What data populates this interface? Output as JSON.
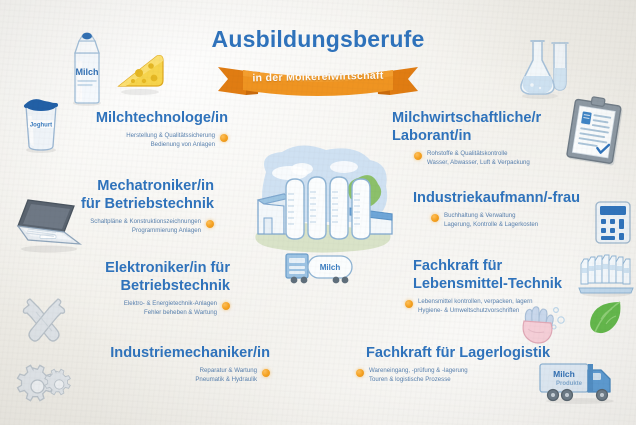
{
  "poster": {
    "title": "Ausbildungsberufe",
    "banner": "in der Molkereiwirtschaft",
    "colors": {
      "title_blue": "#2f73bc",
      "banner_orange": "#ef9421",
      "bullet_orange": "#f5a01e",
      "background": "#f4f3ef"
    }
  },
  "jobs_left": [
    {
      "title": "Milchtechnologe/in",
      "sub1": "Herstellung & Qualitätssicherung",
      "sub2": "Bedienung von Anlagen"
    },
    {
      "title_line1": "Mechatroniker/in",
      "title_line2": "für Betriebstechnik",
      "sub1": "Schaltpläne & Konstruktionszeichnungen",
      "sub2": "Programmierung Anlagen"
    },
    {
      "title_line1": "Elektroniker/in für",
      "title_line2": "Betriebstechnik",
      "sub1": "Elektro- & Energietechnik-Anlagen",
      "sub2": "Fehler beheben & Wartung"
    },
    {
      "title": "Industriemechaniker/in",
      "sub1": "Reparatur & Wartung",
      "sub2": "Pneumatik & Hydraulik"
    }
  ],
  "jobs_right": [
    {
      "title_line1": "Milchwirtschaftliche/r",
      "title_line2": "Laborant/in",
      "sub1": "Rohstoffe & Qualitätskontrolle",
      "sub2": "Wasser, Abwasser, Luft & Verpackung"
    },
    {
      "title": "Industriekaufmann/-frau",
      "sub1": "Buchhaltung & Verwaltung",
      "sub2": "Lagerung, Kontrolle & Lagerkosten"
    },
    {
      "title_line1": "Fachkraft für",
      "title_line2": "Lebensmittel-Technik",
      "sub1": "Lebensmittel kontrollen, verpacken, lagern",
      "sub2": "Hygiene- & Umweltschutzvorschriften"
    },
    {
      "title": "Fachkraft für Lagerlogistik",
      "sub1": "Wareneingang, -prüfung & -lagerung",
      "sub2": "Touren & logistische Prozesse"
    }
  ],
  "illustrations": {
    "milk_carton_label": "Milch",
    "yogurt_cup_label": "Joghurt",
    "truck_label_line1": "Milch",
    "truck_label_line2": "Produkte",
    "tanker_label": "Milch",
    "icons_left": [
      "yogurt-cup-icon",
      "milk-carton-icon",
      "cheese-wedge-icon",
      "laptop-icon",
      "tools-icon",
      "gears-icon"
    ],
    "icons_right": [
      "lab-flask-icon",
      "clipboard-checklist-icon",
      "calculator-icon",
      "milk-pallet-icon",
      "handwash-icon",
      "leaf-icon",
      "delivery-truck-icon"
    ],
    "center": "dairy-factory-with-silos-and-tanker"
  }
}
